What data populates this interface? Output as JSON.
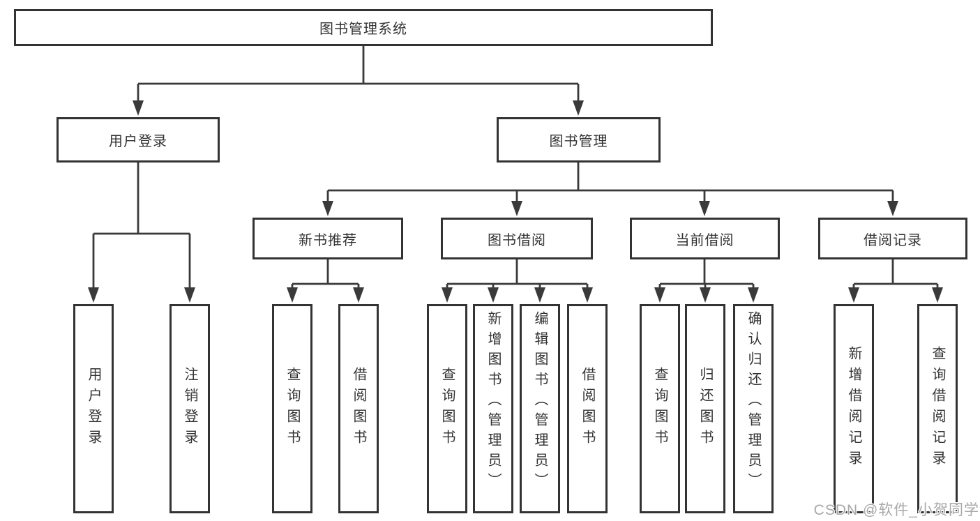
{
  "diagram": {
    "root": {
      "label": "图书管理系统"
    },
    "branches": [
      {
        "label": "用户登录",
        "children": [
          {
            "label": "用户登录"
          },
          {
            "label": "注销登录"
          }
        ]
      },
      {
        "label": "图书管理",
        "children": [
          {
            "label": "新书推荐",
            "children": [
              {
                "label": "查询图书"
              },
              {
                "label": "借阅图书"
              }
            ]
          },
          {
            "label": "图书借阅",
            "children": [
              {
                "label": "查询图书"
              },
              {
                "label": "新增图书（管理员）"
              },
              {
                "label": "编辑图书（管理员）"
              },
              {
                "label": "借阅图书"
              }
            ]
          },
          {
            "label": "当前借阅",
            "children": [
              {
                "label": "查询图书"
              },
              {
                "label": "归还图书"
              },
              {
                "label": "确认归还（管理员）"
              }
            ]
          },
          {
            "label": "借阅记录",
            "children": [
              {
                "label": "新增借阅记录"
              },
              {
                "label": "查询借阅记录"
              }
            ]
          }
        ]
      }
    ]
  },
  "watermark": {
    "text": "CSDN @软件_小贺同学"
  },
  "colors": {
    "line": "#3a3a3a",
    "box_border": "#333333",
    "text": "#333333",
    "watermark": "#a9a9a9",
    "background": "#ffffff"
  }
}
